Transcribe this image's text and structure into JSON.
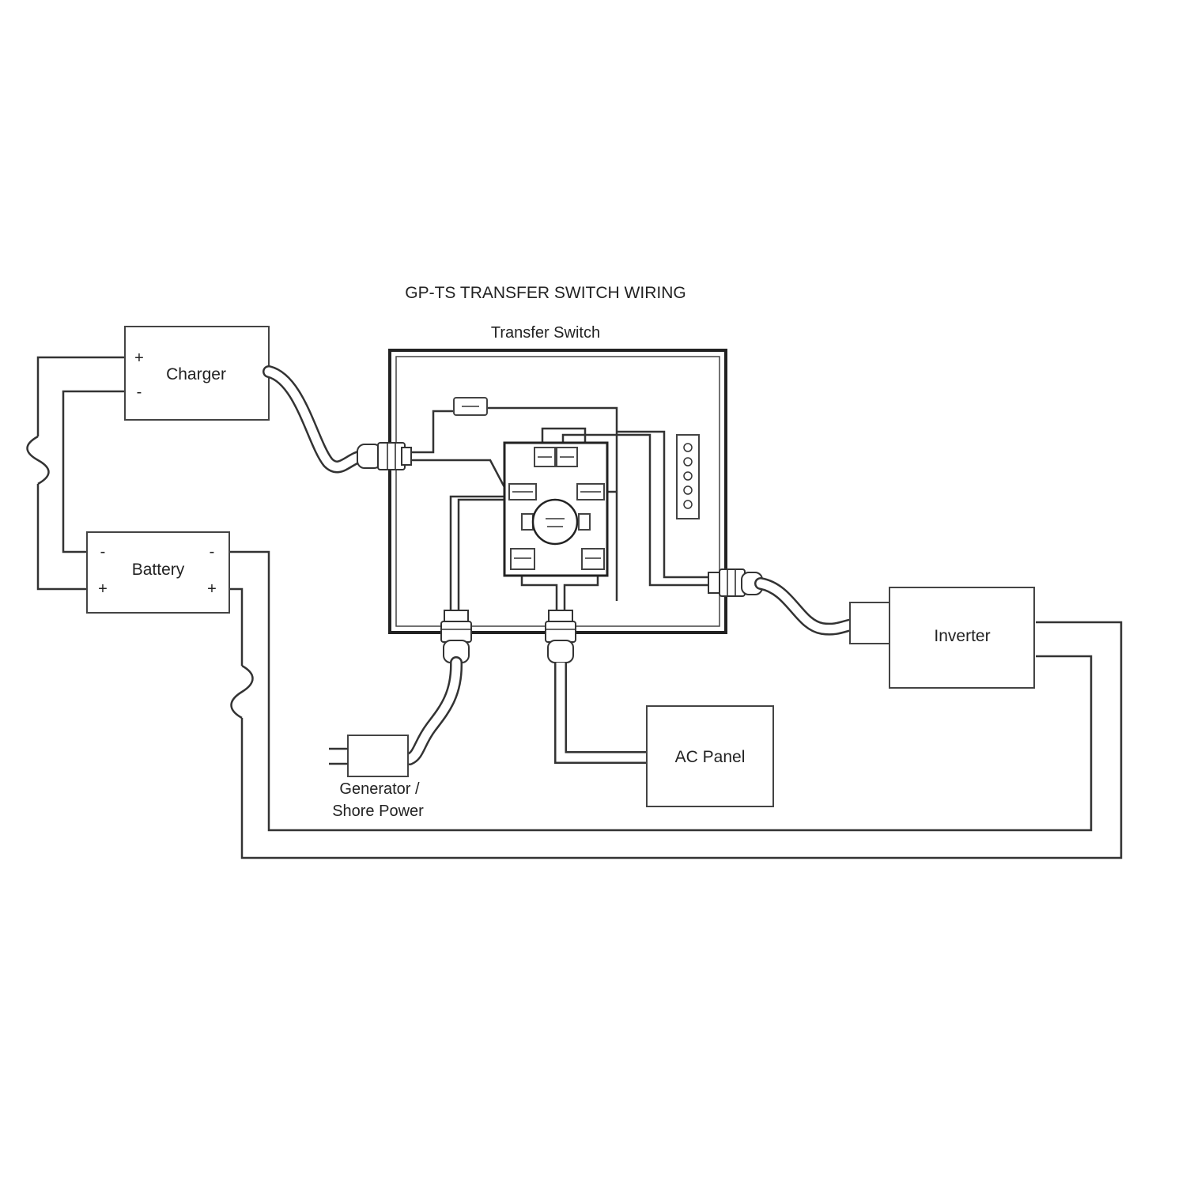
{
  "diagram": {
    "title": "GP-TS TRANSFER SWITCH WIRING",
    "transfer_switch_label": "Transfer Switch",
    "components": {
      "charger": "Charger",
      "battery": "Battery",
      "inverter": "Inverter",
      "ac_panel": "AC Panel",
      "generator_line1": "Generator /",
      "generator_line2": "Shore Power"
    },
    "polarity": {
      "positive": "+",
      "negative": "-"
    },
    "colors": {
      "line": "#333333",
      "background": "#ffffff"
    }
  }
}
